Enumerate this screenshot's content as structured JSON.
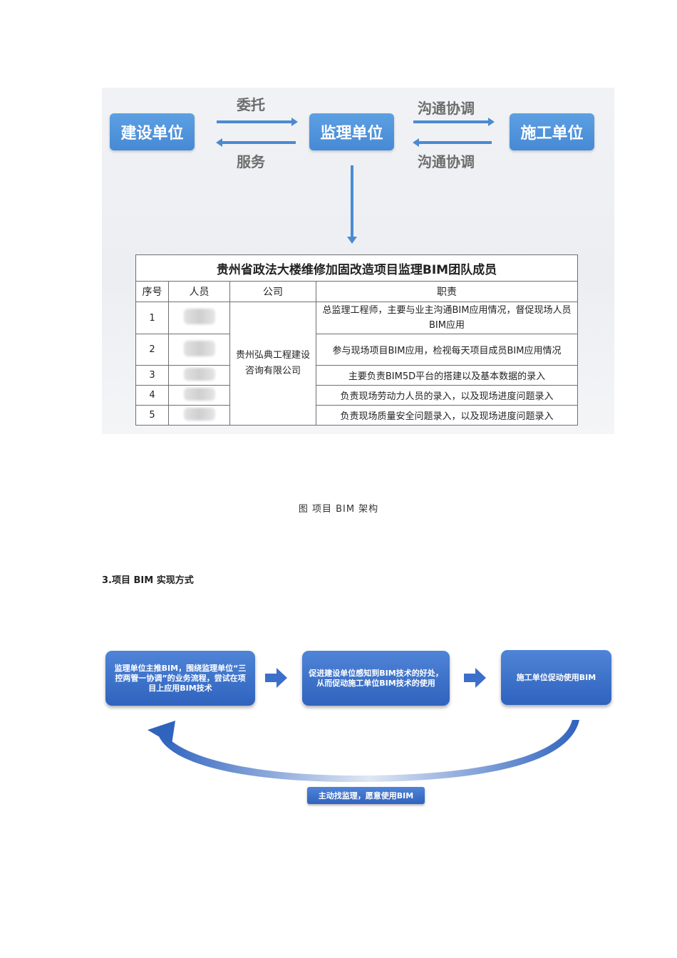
{
  "figure1": {
    "boxes": {
      "construction": "建设单位",
      "supervision": "监理单位",
      "contractor": "施工单位"
    },
    "arrows": {
      "entrust": "委托",
      "service": "服务",
      "coordinate_top": "沟通协调",
      "coordinate_bottom": "沟通协调"
    },
    "table": {
      "title": "贵州省政法大楼维修加固改造项目监理BIM团队成员",
      "headers": [
        "序号",
        "人员",
        "公司",
        "职责"
      ],
      "company": "贵州弘典工程建设咨询有限公司",
      "rows": [
        {
          "no": "1",
          "duty": "总监理工程师，主要与业主沟通BIM应用情况，督促现场人员BIM应用"
        },
        {
          "no": "2",
          "duty": "参与现场项目BIM应用，检视每天项目成员BIM应用情况"
        },
        {
          "no": "3",
          "duty": "主要负责BIM5D平台的搭建以及基本数据的录入"
        },
        {
          "no": "4",
          "duty": "负责现场劳动力人员的录入，以及现场进度问题录入"
        },
        {
          "no": "5",
          "duty": "负责现场质量安全问题录入，以及现场进度问题录入"
        }
      ]
    }
  },
  "caption": "图 项目 BIM 架构",
  "section_heading": "3.项目 BIM 实现方式",
  "figure2": {
    "boxes": [
      "监理单位主推BIM，围绕监理单位“三控两管一协调”的业务流程，尝试在项目上应用BIM技术",
      "促进建设单位感知到BIM技术的好处，从而促动施工单位BIM技术的使用",
      "施工单位促动使用BIM"
    ],
    "loop_label": "主动找监理，愿意使用BIM"
  }
}
